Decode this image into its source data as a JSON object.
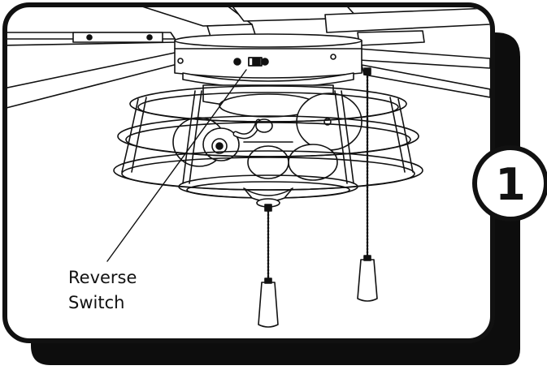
{
  "diagram": {
    "step_number": "1",
    "callout": {
      "line1": "Reverse",
      "line2": "Switch"
    },
    "colors": {
      "ink": "#111111",
      "paper": "#ffffff",
      "shadow": "#0d0d0d"
    }
  }
}
